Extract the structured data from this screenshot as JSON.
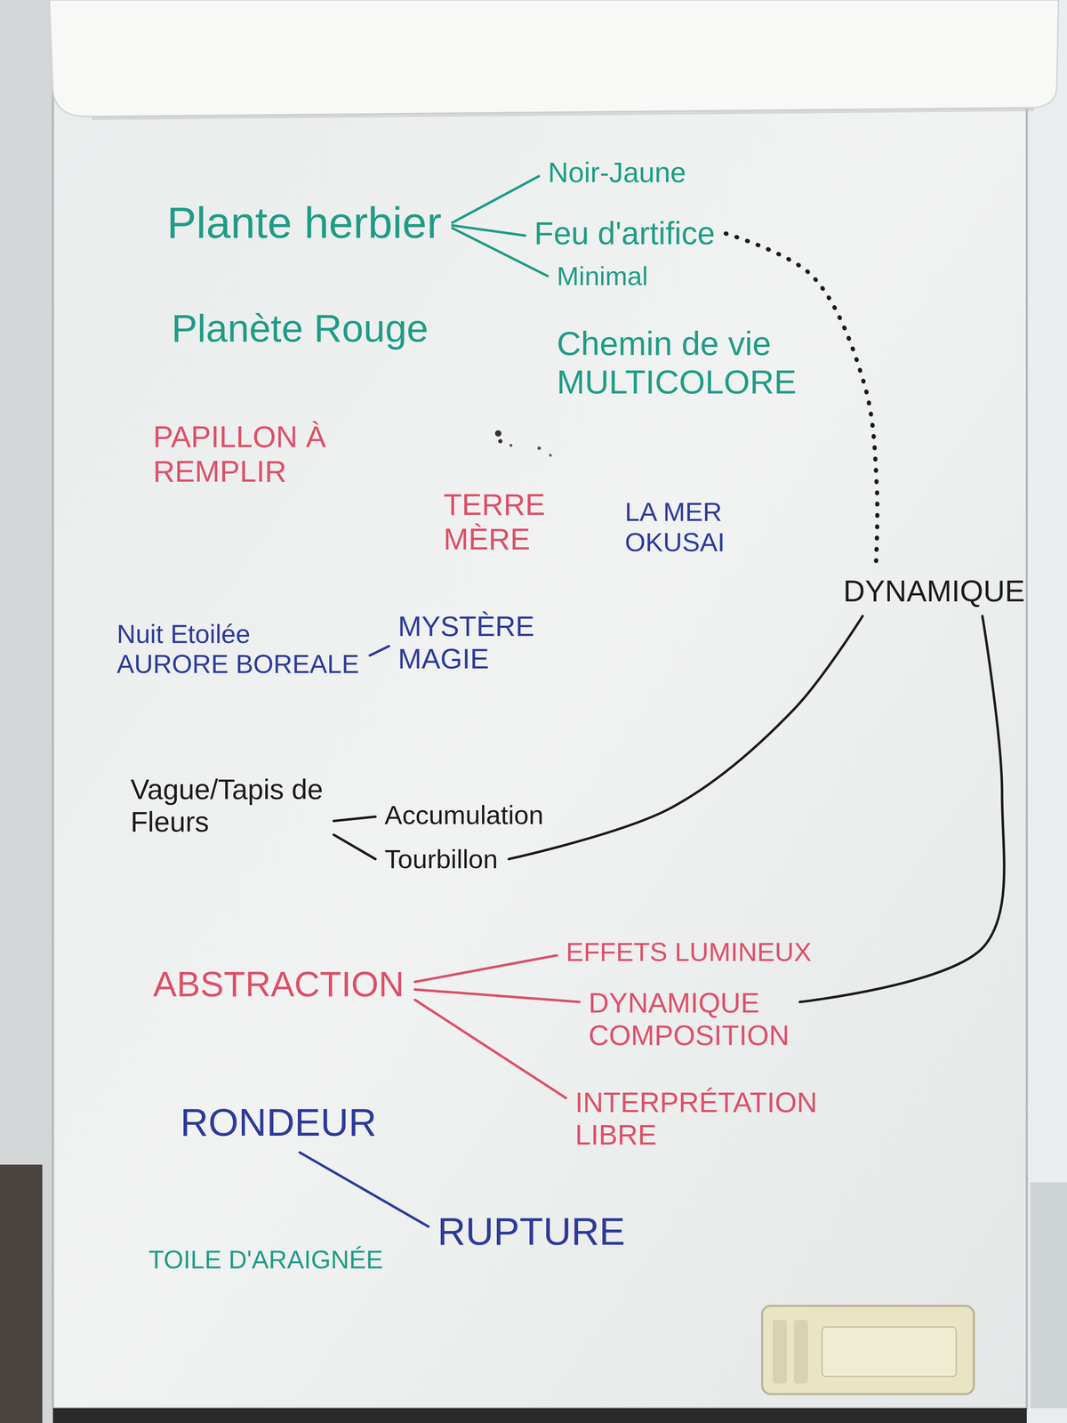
{
  "diagram": {
    "nodes": [
      {
        "text": [
          "Plante herbier"
        ]
      },
      {
        "text": [
          "Noir-Jaune"
        ]
      },
      {
        "text": [
          "Feu d'artifice"
        ]
      },
      {
        "text": [
          "Minimal"
        ]
      },
      {
        "text": [
          "Planète Rouge"
        ]
      },
      {
        "text": [
          "Chemin de vie MULTICOLORE"
        ]
      },
      {
        "text": [
          "PAPILLON À REMPLIR"
        ]
      },
      {
        "text": [
          "TERRE MÈRE"
        ]
      },
      {
        "text": [
          "LA MER OKUSAI"
        ]
      },
      {
        "text": [
          "DYNAMIQUE"
        ]
      },
      {
        "text": [
          "Nuit Etoilée AURORE BOREALE"
        ]
      },
      {
        "text": [
          "MYSTÈRE MAGIE"
        ]
      },
      {
        "text": [
          "Vague/Tapis de Fleurs"
        ]
      },
      {
        "text": [
          "Accumulation"
        ]
      },
      {
        "text": [
          "Tourbillon"
        ]
      },
      {
        "text": [
          "ABSTRACTION"
        ]
      },
      {
        "text": [
          "EFFETS LUMINEUX"
        ]
      },
      {
        "text": [
          "DYNAMIQUE COMPOSITION"
        ]
      },
      {
        "text": [
          "INTERPRÉTATION LIBRE"
        ]
      },
      {
        "text": [
          "RONDEUR"
        ]
      },
      {
        "text": [
          "RUPTURE"
        ]
      },
      {
        "text": [
          "TOILE D'ARAIGNÉE"
        ]
      }
    ],
    "edges": [
      {
        "from": 0,
        "to": 1,
        "arrow": "none"
      },
      {
        "from": 0,
        "to": 2,
        "arrow": "none"
      },
      {
        "from": 0,
        "to": 3,
        "arrow": "none"
      },
      {
        "from": 2,
        "to": 9,
        "arrow": "none"
      },
      {
        "from": 10,
        "to": 11,
        "arrow": "none"
      },
      {
        "from": 12,
        "to": 13,
        "arrow": "none"
      },
      {
        "from": 12,
        "to": 14,
        "arrow": "none"
      },
      {
        "from": 14,
        "to": 9,
        "arrow": "none"
      },
      {
        "from": 9,
        "to": 17,
        "arrow": "none"
      },
      {
        "from": 15,
        "to": 16,
        "arrow": "none"
      },
      {
        "from": 15,
        "to": 17,
        "arrow": "none"
      },
      {
        "from": 15,
        "to": 18,
        "arrow": "none"
      },
      {
        "from": 19,
        "to": 20,
        "arrow": "none"
      }
    ]
  }
}
